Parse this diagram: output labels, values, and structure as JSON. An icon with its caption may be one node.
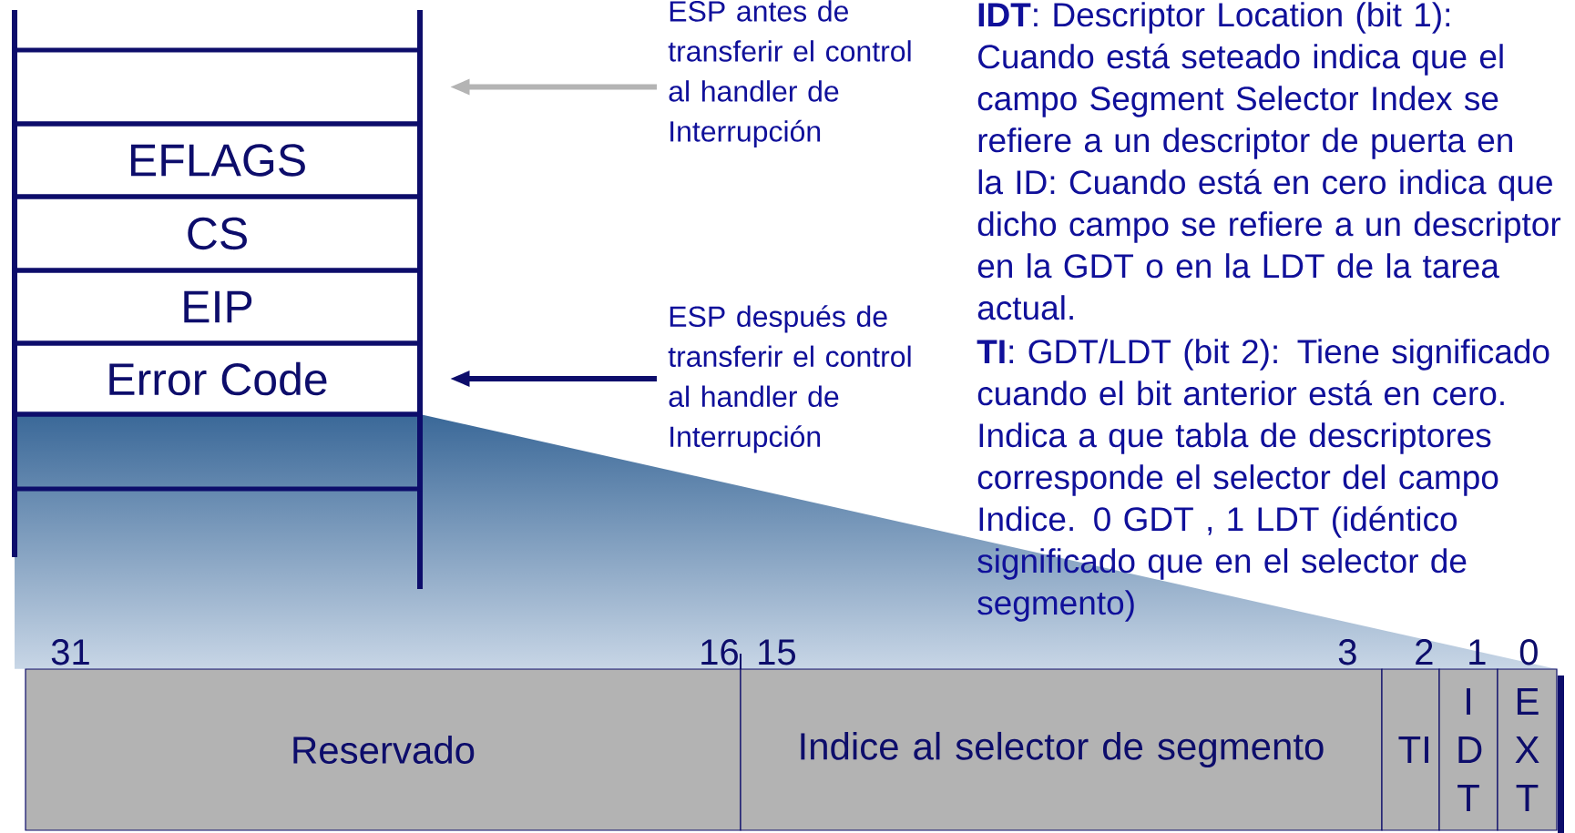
{
  "diagram": {
    "nodes": [
      {
        "text": [],
        "shape": "box"
      },
      {
        "text": [
          "EFLAGS"
        ]
      },
      {
        "text": [
          "CS"
        ]
      },
      {
        "text": [
          "EIP"
        ]
      },
      {
        "text": [
          "Error Code"
        ]
      },
      {
        "text": [],
        "shape": "box"
      },
      {
        "text": [
          "ESP antes de transferir el control al handler de Interrupción"
        ]
      },
      {
        "text": [
          "ESP después de transferir el control al handler de Interrupción"
        ]
      },
      {
        "text": [
          "Reservado"
        ]
      },
      {
        "text": [
          "Indice al selector de segmento"
        ]
      },
      {
        "text": [
          "TI"
        ]
      },
      {
        "text": [
          "I D T"
        ]
      },
      {
        "text": [
          "E X T"
        ]
      }
    ],
    "edges": [
      {
        "from": 6,
        "to": 0,
        "arrow": "to",
        "color": "#b4b4b4"
      },
      {
        "from": 7,
        "to": 4,
        "arrow": "to",
        "color": "#0d0d6b"
      }
    ],
    "labels": [
      "**IDT**: Descriptor Location (bit 1): Cuando está seteado indica que el campo Segment Selector Index se refiere a un descriptor de puerta en la ID: Cuando está en cero indica que dicho campo se refiere a un descriptor en la GDT o en la LDT de la tarea actual.",
      "**TI**: GDT/LDT (bit 2): Tiene significado cuando el bit anterior está en cero. Indica a que tabla de descriptores corresponde el selector del campo Indice. 0 GDT , 1 LDT (idéntico significado que en el selector de segmento)",
      "31",
      "16",
      "15",
      "3",
      "2",
      "1",
      "0"
    ]
  }
}
